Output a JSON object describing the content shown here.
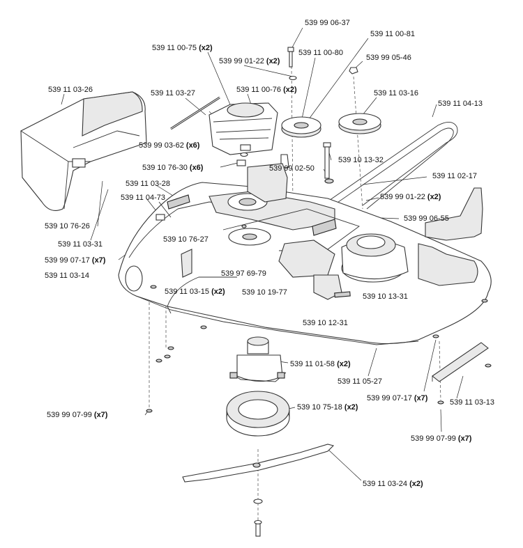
{
  "labels": [
    {
      "part": "539 99 06-37",
      "qty": ""
    },
    {
      "part": "539 11 00-81",
      "qty": ""
    },
    {
      "part": "539 11 00-75",
      "qty": "(x2)"
    },
    {
      "part": "539 11 00-80",
      "qty": ""
    },
    {
      "part": "539 99 01-22",
      "qty": "(x2)"
    },
    {
      "part": "539 99 05-46",
      "qty": ""
    },
    {
      "part": "539 11 03-26",
      "qty": ""
    },
    {
      "part": "539 11 03-27",
      "qty": ""
    },
    {
      "part": "539 11 00-76",
      "qty": "(x2)"
    },
    {
      "part": "539 11 03-16",
      "qty": ""
    },
    {
      "part": "539 11 04-13",
      "qty": ""
    },
    {
      "part": "539 99 03-62",
      "qty": "(x6)"
    },
    {
      "part": "539 10 13-32",
      "qty": ""
    },
    {
      "part": "539 10 76-30",
      "qty": "(x6)"
    },
    {
      "part": "539 99 02-50",
      "qty": ""
    },
    {
      "part": "539 11 02-17",
      "qty": ""
    },
    {
      "part": "539 11 03-28",
      "qty": ""
    },
    {
      "part": "539 99 01-22",
      "qty": "(x2)"
    },
    {
      "part": "539 11 04-73",
      "qty": ""
    },
    {
      "part": "539 99 06-55",
      "qty": ""
    },
    {
      "part": "539 10 76-26",
      "qty": ""
    },
    {
      "part": "539 10 76-27",
      "qty": ""
    },
    {
      "part": "539 11 03-31",
      "qty": ""
    },
    {
      "part": "539 99 07-17",
      "qty": "(x7)"
    },
    {
      "part": "539 97 69-79",
      "qty": ""
    },
    {
      "part": "539 11 03-14",
      "qty": ""
    },
    {
      "part": "539 11 03-15",
      "qty": "(x2)"
    },
    {
      "part": "539 10 19-77",
      "qty": ""
    },
    {
      "part": "539 10 13-31",
      "qty": ""
    },
    {
      "part": "539 10 12-31",
      "qty": ""
    },
    {
      "part": "539 11 01-58",
      "qty": "(x2)"
    },
    {
      "part": "539 11 05-27",
      "qty": ""
    },
    {
      "part": "539 99 07-17",
      "qty": "(x7)"
    },
    {
      "part": "539 11 03-13",
      "qty": ""
    },
    {
      "part": "539 10 75-18",
      "qty": "(x2)"
    },
    {
      "part": "539 99 07-99",
      "qty": "(x7)"
    },
    {
      "part": "539 99 07-99",
      "qty": "(x7)"
    },
    {
      "part": "539 11 03-24",
      "qty": "(x2)"
    }
  ]
}
